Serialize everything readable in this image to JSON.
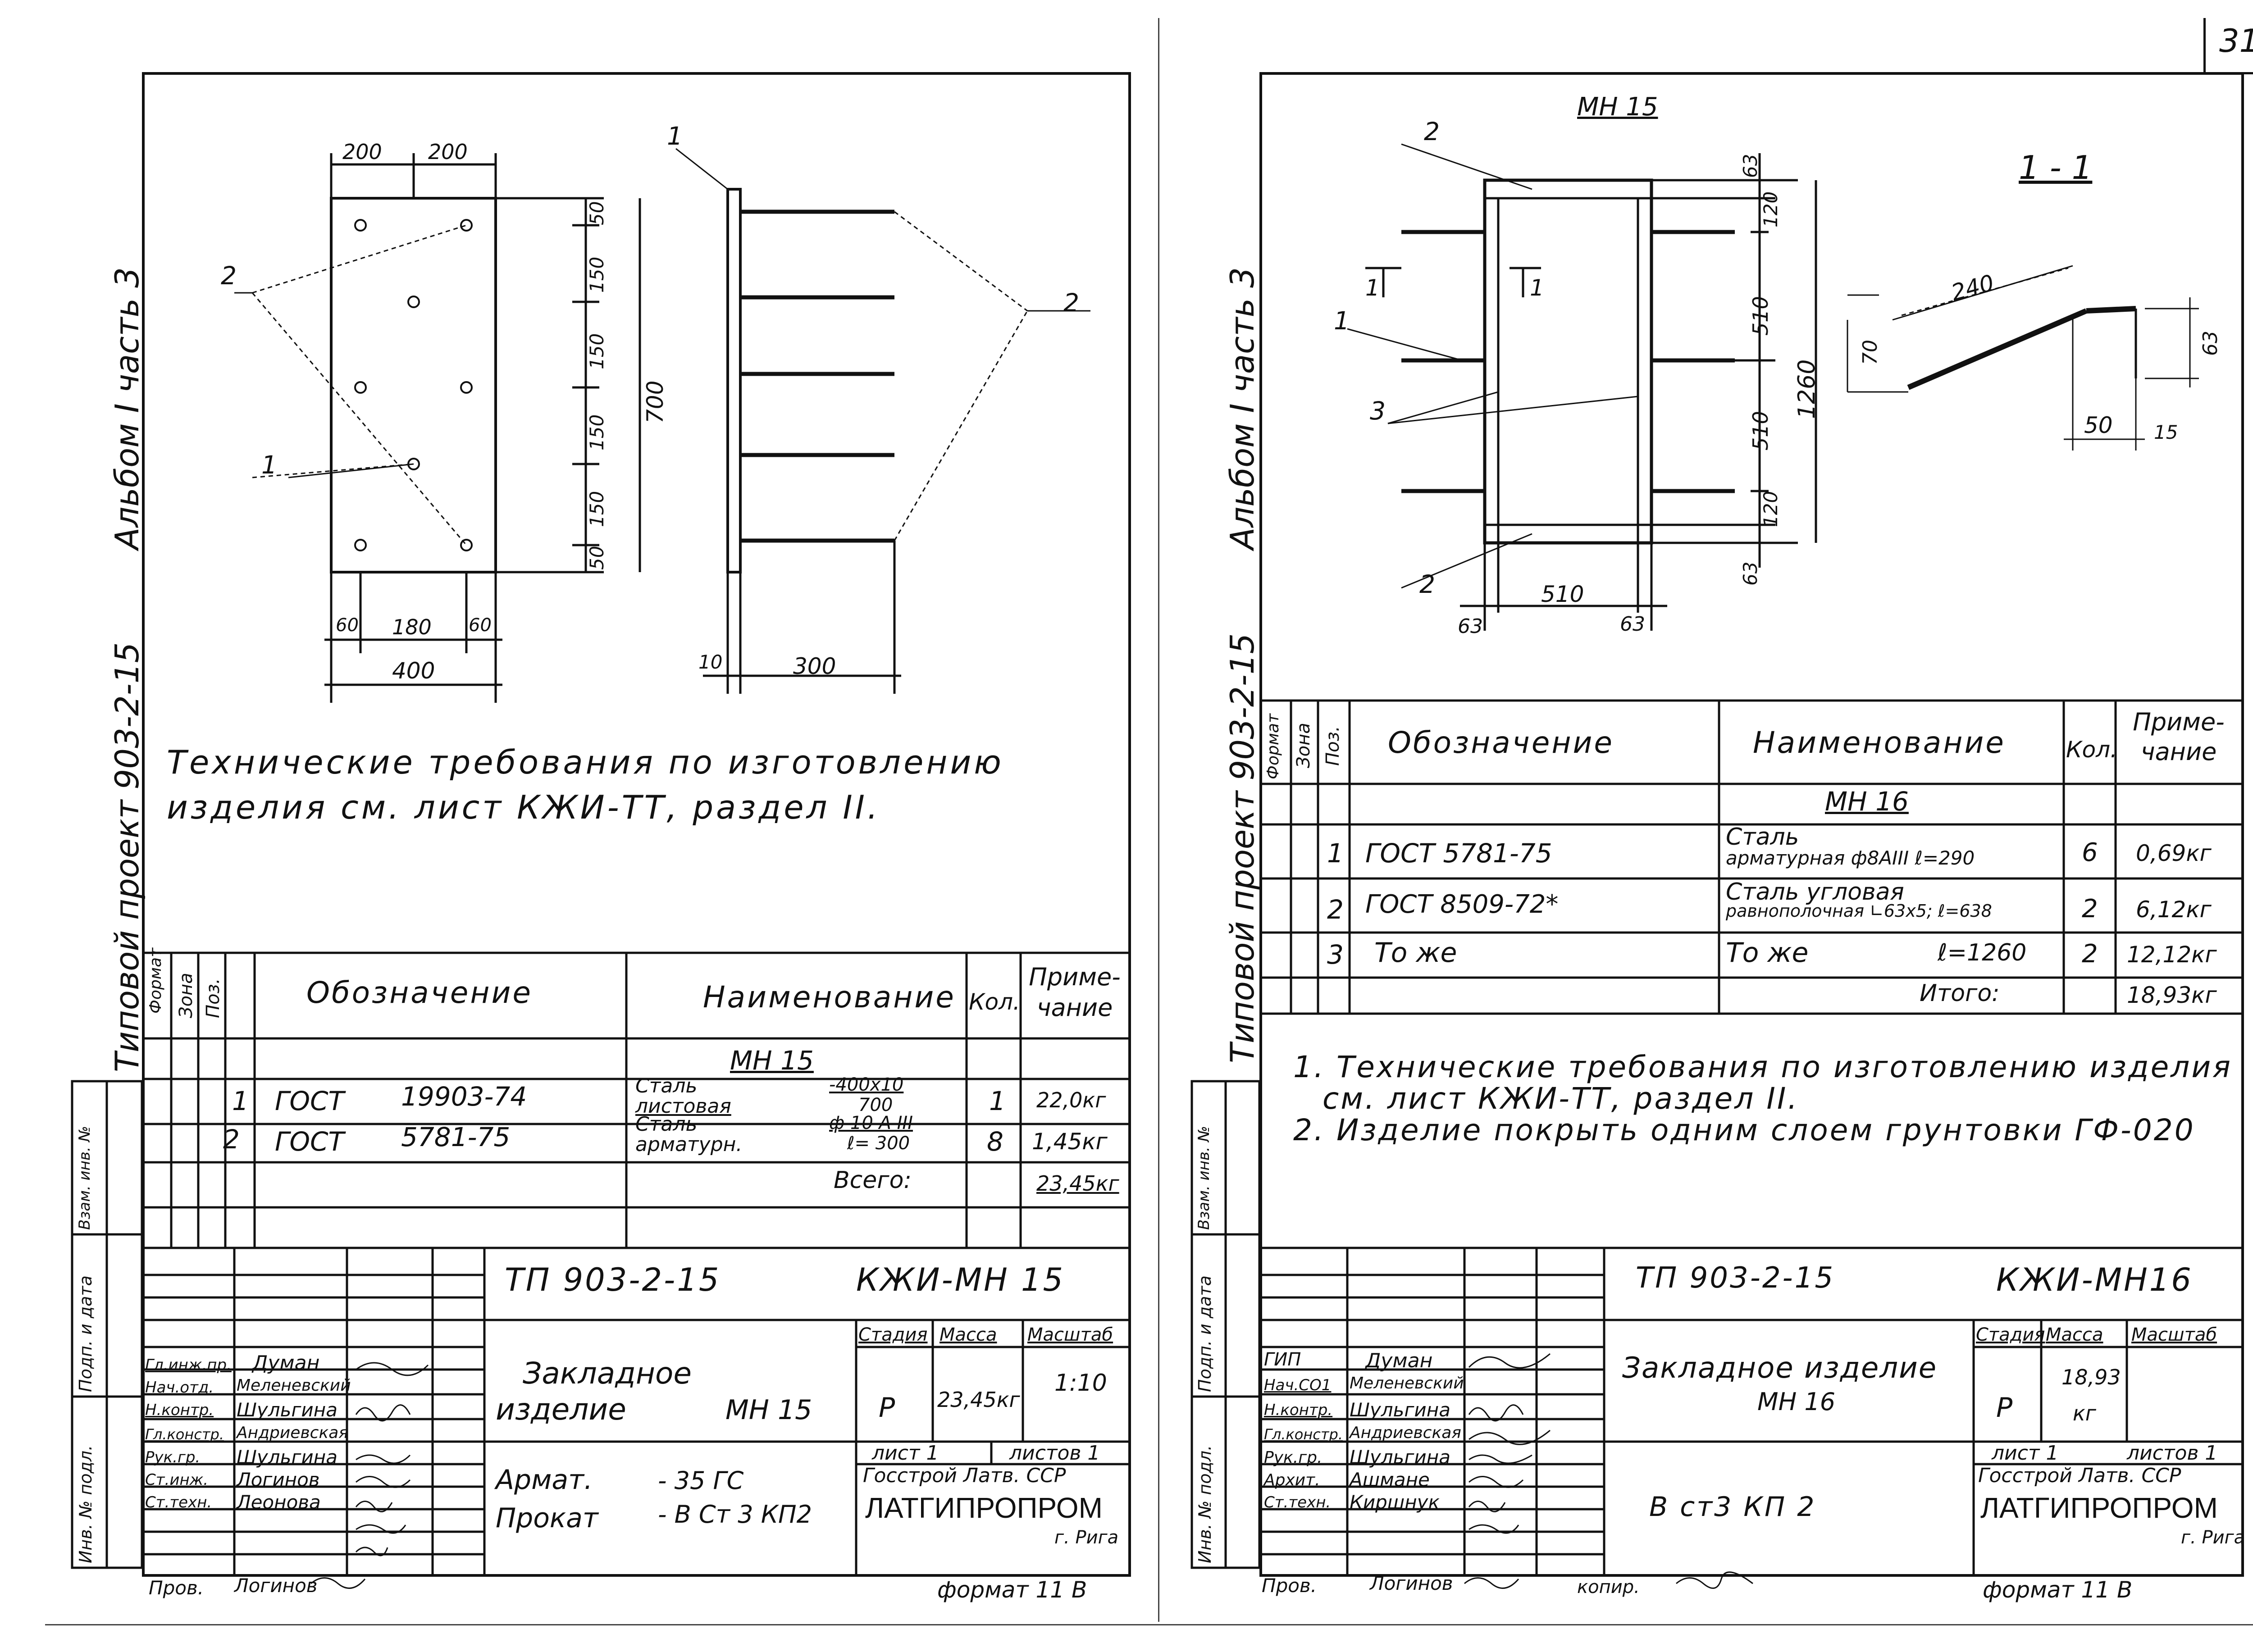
{
  "page_number": "31",
  "left": {
    "side_title": "Альбом I часть 3",
    "side_project": "Типовой проект 903-2-15",
    "dims": {
      "top_a": "200",
      "top_b": "200",
      "right_50": "50",
      "right_150_1": "150",
      "right_150_2": "150",
      "right_150_3": "150",
      "right_150_4": "150",
      "right_50b": "50",
      "total_700": "700",
      "bot_60a": "60",
      "bot_180": "180",
      "bot_60b": "60",
      "bot_400": "400",
      "plate_10": "10",
      "rod_300": "300"
    },
    "callouts": {
      "c1": "1",
      "c2": "2",
      "c1b": "1",
      "c2b": "2"
    },
    "tech_req_line1": "Технические требования по изготовлению",
    "tech_req_line2": "изделия см. лист КЖИ-ТТ, раздел II.",
    "spec": {
      "h_format": "Формат",
      "h_zone": "Зона",
      "h_pos": "Поз.",
      "h_designation": "Обозначение",
      "h_name": "Наименование",
      "h_qty": "Кол.",
      "h_note": "Приме- чание",
      "group": "МН 15",
      "rows": [
        {
          "pos": "1",
          "designation_a": "ГОСТ",
          "designation_b": "19903-74",
          "name_a": "Сталь",
          "name_b": "листовая",
          "size_a": "-400х10",
          "size_b": "700",
          "qty": "1",
          "note": "22,0кг"
        },
        {
          "pos": "2",
          "designation_a": "ГОСТ",
          "designation_b": "5781-75",
          "name_a": "Сталь",
          "name_b": "арматурн.",
          "size_a": "ф 10 А III",
          "size_b": "ℓ= 300",
          "qty": "8",
          "note": "1,45кг"
        }
      ],
      "total_label": "Всего:",
      "total_value": "23,45кг"
    },
    "side_stamps": [
      "Взам. инв. №",
      "Подп. и дата",
      "Инв. № подл."
    ],
    "title_block": {
      "code": "ТП 903-2-15",
      "sheet_code": "КЖИ-МН 15",
      "item_name_1": "Закладное",
      "item_name_2": "изделие",
      "item_mark": "МН 15",
      "stage_h": "Стадия",
      "mass_h": "Масса",
      "scale_h": "Масштаб",
      "stage": "Р",
      "mass": "23,45кг",
      "scale": "1:10",
      "sheet": "лист 1",
      "sheets": "листов 1",
      "org1": "Госстрой Латв. ССР",
      "org2": "ЛАТГИПРОПРОМ",
      "city": "г. Рига",
      "material_1_label": "Армат.",
      "material_1": "- 35 ГС",
      "material_2_label": "Прокат",
      "material_2": "- В Ст 3 КП2",
      "people": [
        {
          "role": "Гл.инж.пр.",
          "name": "Думан"
        },
        {
          "role": "Нач.отд.",
          "name": "Меленевский"
        },
        {
          "role": "Н.контр.",
          "name": "Шульгина"
        },
        {
          "role": "Гл.констр.",
          "name": "Андриевская"
        },
        {
          "role": "Рук.гр.",
          "name": "Шульгина"
        },
        {
          "role": "Ст.инж.",
          "name": "Логинов"
        },
        {
          "role": "Ст.техн.",
          "name": "Леонова"
        }
      ],
      "prov_label": "Пров.",
      "prov_name": "Логинов",
      "format": "формат 11 В"
    }
  },
  "right": {
    "side_title": "Альбом I часть 3",
    "side_project": "Типовой проект 903-2-15",
    "drawing_title": "МН 15",
    "section_title": "1 - 1",
    "dims": {
      "d63a": "63",
      "d120a": "120",
      "d510a": "510",
      "d1260": "1260",
      "d510b": "510",
      "d120b": "120",
      "d63b": "63",
      "bot_63a": "63",
      "bot_510": "510",
      "bot_63b": "63",
      "sec_240": "240",
      "sec_70": "70",
      "sec_63": "63",
      "sec_50": "50",
      "sec_15": "15"
    },
    "callouts": {
      "c2": "2",
      "c1": "1",
      "c3": "3",
      "c2b": "2",
      "cut_a": "1",
      "cut_b": "1"
    },
    "spec": {
      "h_format": "Формат",
      "h_zone": "Зона",
      "h_pos": "Поз.",
      "h_designation": "Обозначение",
      "h_name": "Наименование",
      "h_qty": "Кол.",
      "h_note": "Приме- чание",
      "group": "МН 16",
      "rows": [
        {
          "pos": "1",
          "designation": "ГОСТ 5781-75",
          "name_a": "Сталь",
          "name_b": "арматурная ф8АIII ℓ=290",
          "qty": "6",
          "note": "0,69кг"
        },
        {
          "pos": "2",
          "designation": "ГОСТ 8509-72*",
          "name_a": "Сталь угловая",
          "name_b": "равнополочная ∟63х5; ℓ=638",
          "qty": "2",
          "note": "6,12кг"
        },
        {
          "pos": "3",
          "designation": "То же",
          "name_a": "То же",
          "name_b": "ℓ=1260",
          "qty": "2",
          "note": "12,12кг"
        }
      ],
      "total_label": "Итого:",
      "total_value": "18,93кг"
    },
    "notes": [
      "1. Технические требования по изготовлению изделия",
      "см. лист КЖИ-ТТ, раздел II.",
      "2. Изделие покрыть одним слоем грунтовки ГФ-020"
    ],
    "side_stamps": [
      "Взам. инв. №",
      "Подп. и дата",
      "Инв. № подл."
    ],
    "title_block": {
      "code": "ТП 903-2-15",
      "sheet_code": "КЖИ-МН16",
      "item_name_1": "Закладное изделие",
      "item_mark": "МН 16",
      "stage_h": "Стадия",
      "mass_h": "Масса",
      "scale_h": "Масштаб",
      "stage": "Р",
      "mass_a": "18,93",
      "mass_b": "кг",
      "sheet": "лист 1",
      "sheets": "листов 1",
      "org1": "Госстрой Латв. ССР",
      "org2": "ЛАТГИПРОПРОМ",
      "city": "г. Рига",
      "material": "В ст3 КП 2",
      "people": [
        {
          "role": "ГИП",
          "name": "Думан"
        },
        {
          "role": "Нач.СО1",
          "name": "Меленевский"
        },
        {
          "role": "Н.контр.",
          "name": "Шульгина"
        },
        {
          "role": "Гл.констр.",
          "name": "Андриевская"
        },
        {
          "role": "Рук.гр.",
          "name": "Шульгина"
        },
        {
          "role": "Архит.",
          "name": "Ашмане"
        },
        {
          "role": "Ст.техн.",
          "name": "Киршнук"
        }
      ],
      "prov_label": "Пров.",
      "prov_name": "Логинов",
      "copy_label": "копир.",
      "format": "формат 11 В"
    }
  }
}
